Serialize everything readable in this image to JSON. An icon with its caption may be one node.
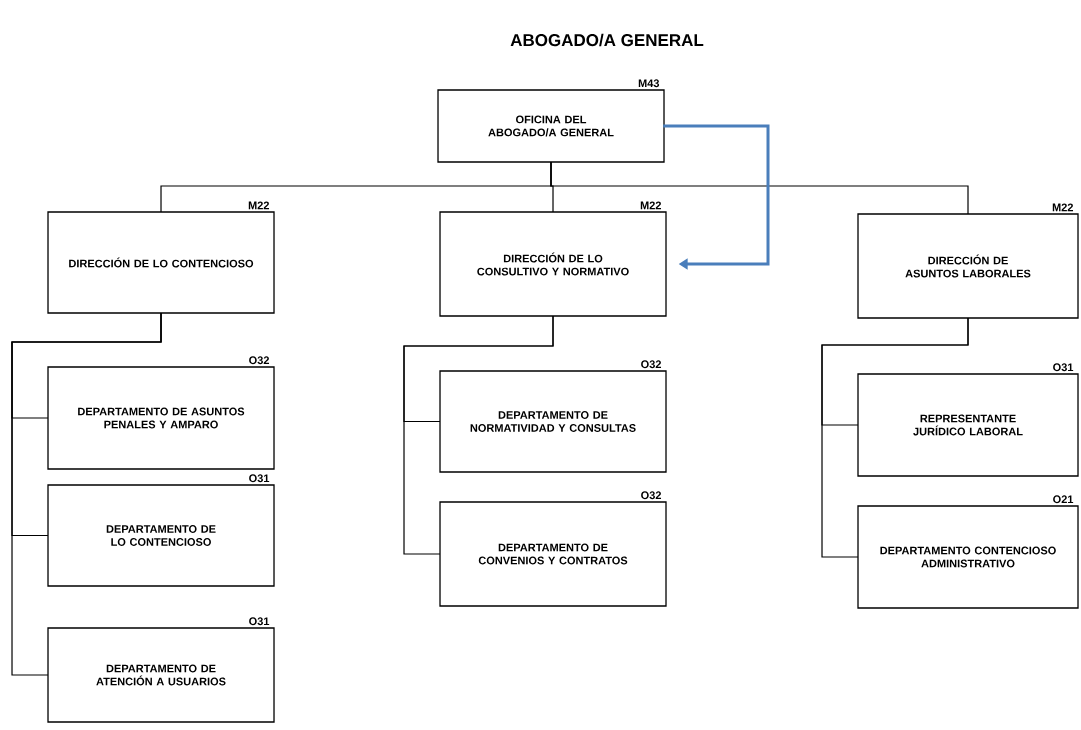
{
  "diagram": {
    "title": "ABOGADO/A GENERAL",
    "nodes": [
      {
        "text": [
          "OFICINA DEL ABOGADO/A GENERAL"
        ],
        "beside": [
          "M43"
        ]
      },
      {
        "text": [
          "DIRECCIÓN DE LO CONTENCIOSO"
        ],
        "beside": [
          "M22"
        ]
      },
      {
        "text": [
          "DIRECCIÓN DE LO CONSULTIVO Y NORMATIVO"
        ],
        "beside": [
          "M22"
        ]
      },
      {
        "text": [
          "DIRECCIÓN DE ASUNTOS LABORALES"
        ],
        "beside": [
          "M22"
        ]
      },
      {
        "text": [
          "DEPARTAMENTO DE ASUNTOS PENALES Y AMPARO"
        ],
        "beside": [
          "O32"
        ]
      },
      {
        "text": [
          "DEPARTAMENTO DE LO CONTENCIOSO"
        ],
        "beside": [
          "O31"
        ]
      },
      {
        "text": [
          "DEPARTAMENTO DE ATENCIÓN A USUARIOS"
        ],
        "beside": [
          "O31"
        ]
      },
      {
        "text": [
          "DEPARTAMENTO DE NORMATIVIDAD Y CONSULTAS"
        ],
        "beside": [
          "O32"
        ]
      },
      {
        "text": [
          "DEPARTAMENTO DE CONVENIOS Y CONTRATOS"
        ],
        "beside": [
          "O32"
        ]
      },
      {
        "text": [
          "REPRESENTANTE JURÍDICO LABORAL"
        ],
        "beside": [
          "O31"
        ]
      },
      {
        "text": [
          "DEPARTAMENTO CONTENCIOSO ADMINISTRATIVO"
        ],
        "beside": [
          "O21"
        ]
      }
    ],
    "edges": [
      {
        "from": 0,
        "to": 1,
        "arrow": "none"
      },
      {
        "from": 0,
        "to": 2,
        "arrow": "none"
      },
      {
        "from": 0,
        "to": 3,
        "arrow": "none"
      },
      {
        "from": 0,
        "to": 2,
        "arrow": "to",
        "style": "thick",
        "color": "#4a7ebb"
      },
      {
        "from": 1,
        "to": 4,
        "arrow": "none"
      },
      {
        "from": 1,
        "to": 5,
        "arrow": "none"
      },
      {
        "from": 1,
        "to": 6,
        "arrow": "none"
      },
      {
        "from": 2,
        "to": 7,
        "arrow": "none"
      },
      {
        "from": 2,
        "to": 8,
        "arrow": "none"
      },
      {
        "from": 3,
        "to": 9,
        "arrow": "none"
      },
      {
        "from": 3,
        "to": 10,
        "arrow": "none"
      }
    ]
  }
}
